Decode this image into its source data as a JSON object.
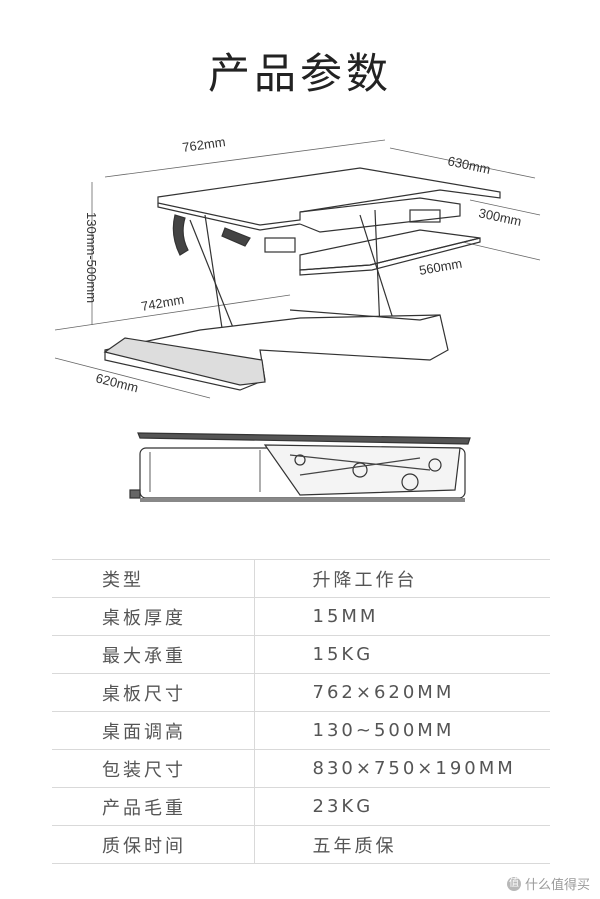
{
  "title": "产品参数",
  "dimensions": {
    "top_width": "762mm",
    "top_depth": "630mm",
    "keyboard_depth": "300mm",
    "keyboard_width": "560mm",
    "height_range": "130mm-500mm",
    "base_width": "742mm",
    "base_depth": "620mm"
  },
  "specs": [
    {
      "key": "类型",
      "value": "升降工作台"
    },
    {
      "key": "桌板厚度",
      "value": "15MM"
    },
    {
      "key": "最大承重",
      "value": "15KG"
    },
    {
      "key": "桌板尺寸",
      "value": "762×620MM"
    },
    {
      "key": "桌面调高",
      "value": "130~500MM"
    },
    {
      "key": "包装尺寸",
      "value": "830×750×190MM"
    },
    {
      "key": "产品毛重",
      "value": "23KG"
    },
    {
      "key": "质保时间",
      "value": "五年质保"
    }
  ],
  "watermark": "什么值得买"
}
